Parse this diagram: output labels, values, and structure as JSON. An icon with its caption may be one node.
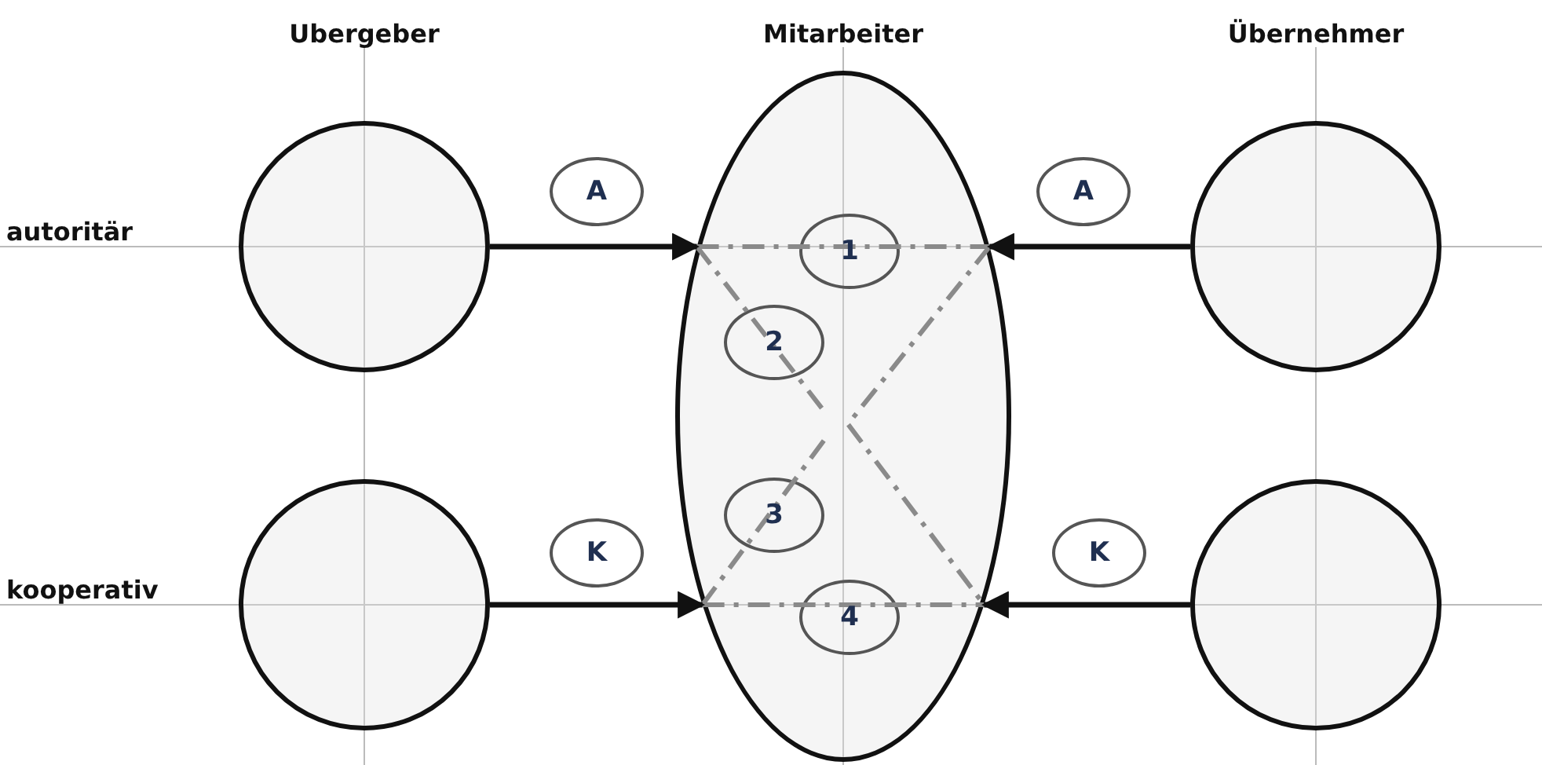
{
  "diagram": {
    "nodes": [
      {
        "text": [],
        "shape": "circle"
      },
      {
        "text": [],
        "shape": "circle"
      },
      {
        "text": [],
        "shape": "ellipse"
      },
      {
        "text": [
          "1"
        ],
        "in": 2
      },
      {
        "text": [
          "2"
        ],
        "in": 2
      },
      {
        "text": [
          "3"
        ],
        "in": 2
      },
      {
        "text": [
          "4"
        ],
        "in": 2
      },
      {
        "text": [],
        "shape": "circle"
      },
      {
        "text": [],
        "shape": "circle"
      },
      {
        "text": [
          "A"
        ]
      },
      {
        "text": [
          "A"
        ]
      },
      {
        "text": [
          "K"
        ]
      },
      {
        "text": [
          "K"
        ]
      }
    ],
    "edges": [
      {
        "from": 0,
        "to": 2,
        "arrow": "to"
      },
      {
        "from": 7,
        "to": 2,
        "arrow": "to"
      },
      {
        "from": 1,
        "to": 2,
        "arrow": "to"
      },
      {
        "from": 8,
        "to": 2,
        "arrow": "to"
      }
    ],
    "labels": [
      "Ubergeber",
      "Mitarbeiter",
      "Übernehmer",
      "autoritär",
      "kooperativ"
    ]
  }
}
